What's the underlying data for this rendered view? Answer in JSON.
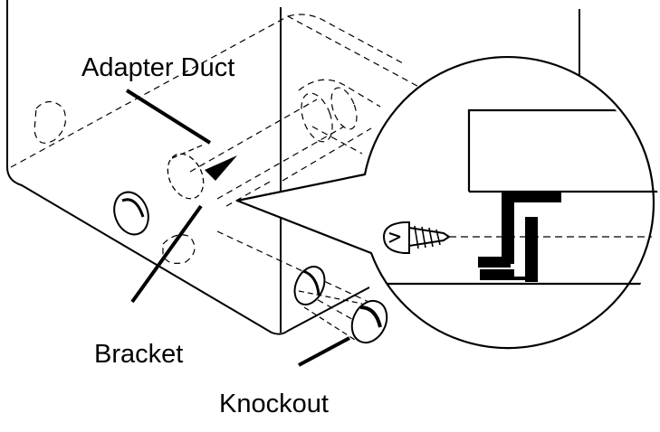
{
  "labels": {
    "adapter_duct": "Adapter Duct",
    "bracket": "Bracket",
    "knockout": "Knockout"
  },
  "colors": {
    "line": "#000000",
    "background": "#ffffff"
  }
}
